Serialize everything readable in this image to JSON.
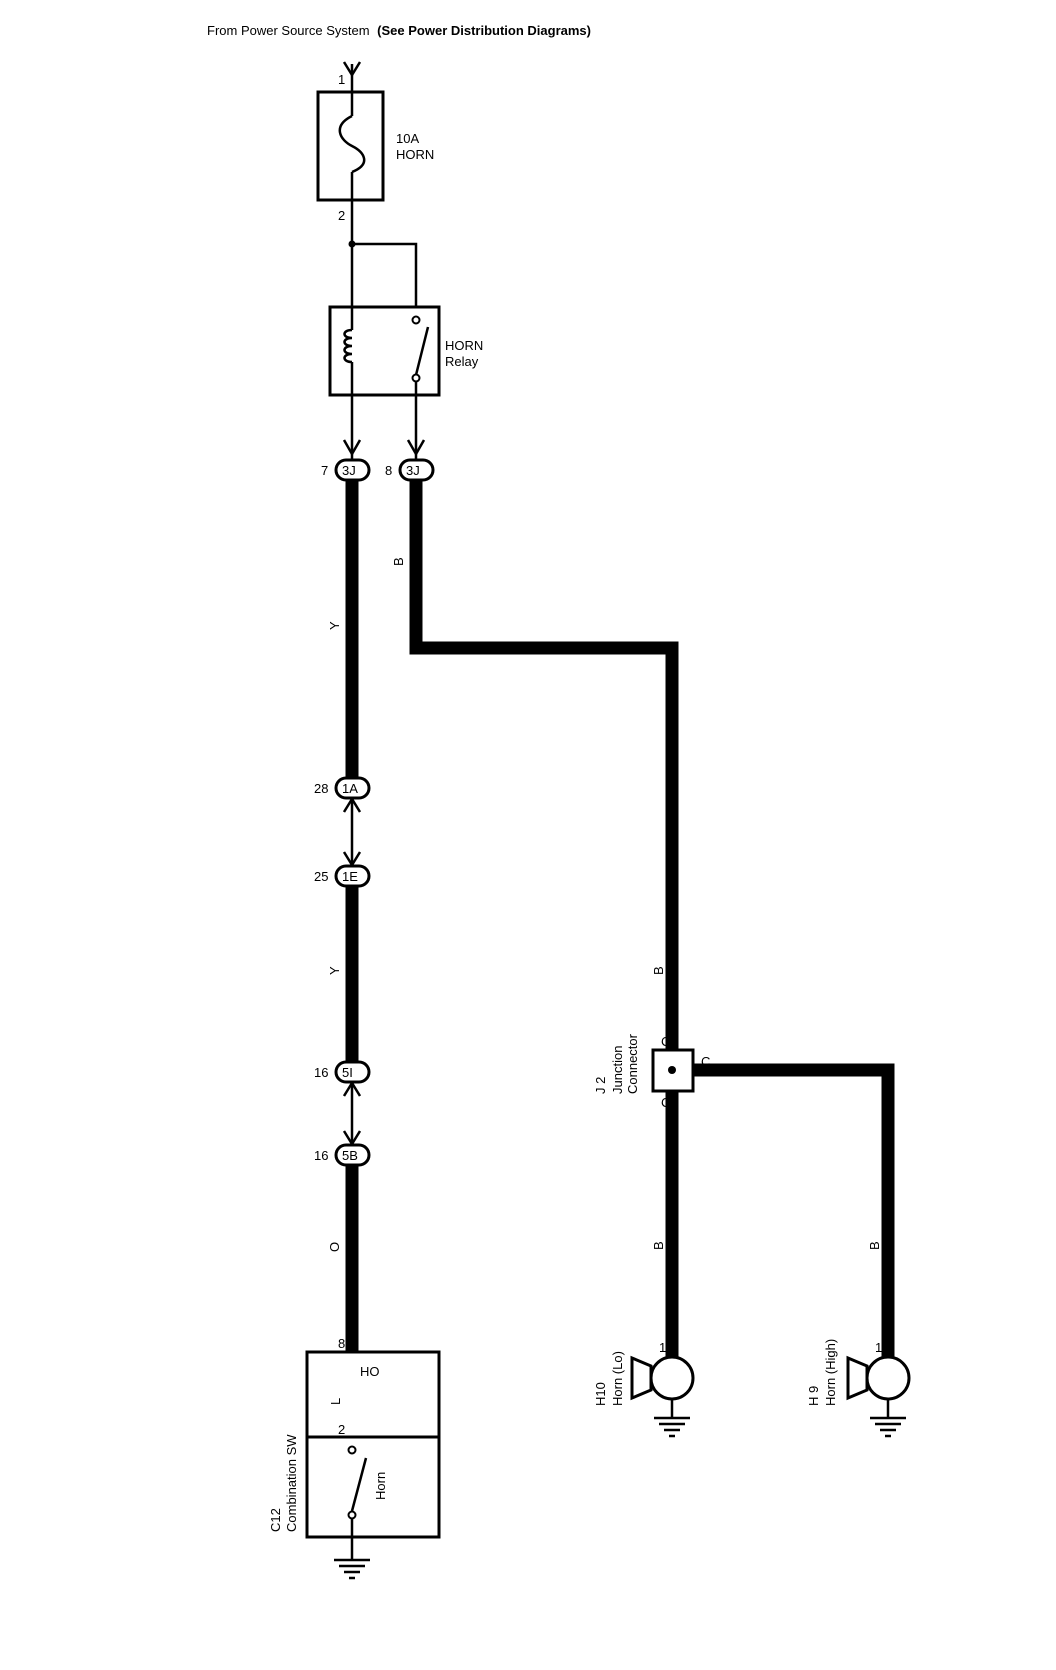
{
  "header": {
    "source_note": "From Power Source System",
    "source_note_ref": "(See Power Distribution Diagrams)"
  },
  "fuse": {
    "rating": "10A",
    "name": "HORN",
    "pin_in": "1",
    "pin_out": "2"
  },
  "relay": {
    "name": "HORN",
    "type": "Relay"
  },
  "connectors": [
    {
      "id": "3J",
      "pin": "7"
    },
    {
      "id": "3J",
      "pin": "8"
    },
    {
      "id": "1A",
      "pin": "28"
    },
    {
      "id": "1E",
      "pin": "25"
    },
    {
      "id": "5I",
      "pin": "16"
    },
    {
      "id": "5B",
      "pin": "16"
    }
  ],
  "wire_colors": {
    "relay_to_jc": "B",
    "upper_left": "Y",
    "middle_left": "Y",
    "lower_left": "O",
    "jc_in": "B",
    "horn_lo": "B",
    "horn_hi": "B"
  },
  "junction": {
    "code": "J 2",
    "name_line1": "Junction",
    "name_line2": "Connector",
    "pin_top": "C",
    "pin_right": "C",
    "pin_bottom": "C"
  },
  "horns": [
    {
      "code": "H10",
      "name": "Horn (Lo)",
      "pin": "1"
    },
    {
      "code": "H 9",
      "name": "Horn (High)",
      "pin": "1"
    }
  ],
  "combination_sw": {
    "code": "C12",
    "name": "Combination SW",
    "pin_top": "8",
    "pin_mid": "2",
    "label_ho": "HO",
    "label_l": "L",
    "switch_label": "Horn"
  }
}
